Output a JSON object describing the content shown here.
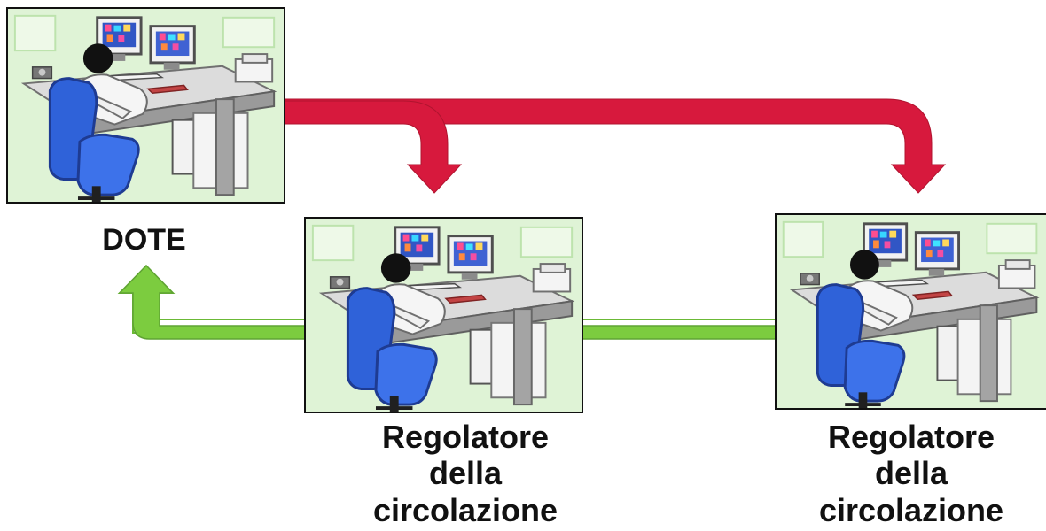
{
  "diagram": {
    "nodes": [
      {
        "id": "dote",
        "label": "DOTE"
      },
      {
        "id": "reg1",
        "label": "Regolatore\ndella\ncircolazione"
      },
      {
        "id": "reg2",
        "label": "Regolatore\ndella\ncircolazione"
      }
    ],
    "arrows": [
      {
        "from": "dote",
        "to": "reg1",
        "color": "#d7193d"
      },
      {
        "from": "dote",
        "to": "reg2",
        "color": "#d7193d"
      },
      {
        "from": "reg2",
        "to": "dote",
        "color": "#7ccc3f"
      }
    ],
    "colors": {
      "downlink_arrow": "#d7193d",
      "uplink_arrow": "#7ccc3f",
      "panel_background": "#d9f1cf",
      "chair": "#2f62d9",
      "desk": "#d9d9d9"
    },
    "icons": {
      "workstation": "operator-workstation-icon"
    }
  }
}
